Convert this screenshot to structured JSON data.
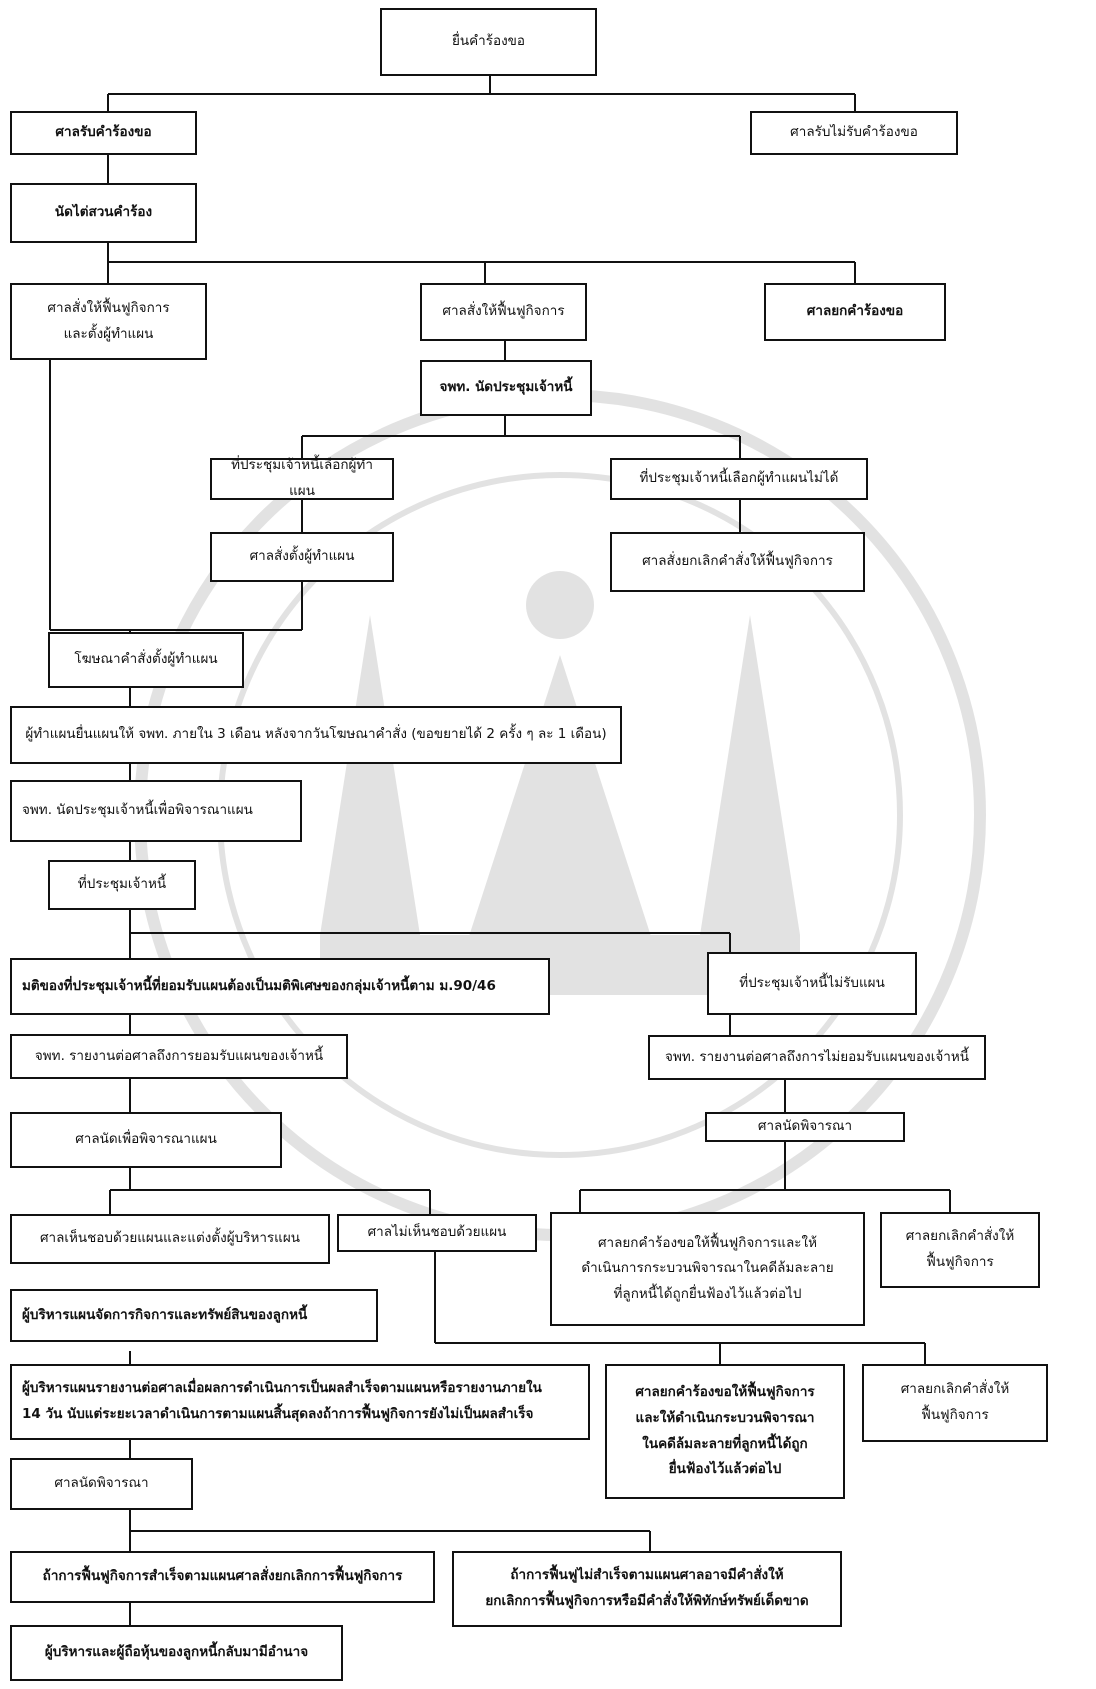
{
  "nodes": {
    "n01": "ยื่นคำร้องขอ",
    "n02": "ศาลรับคำร้องขอ",
    "n03": "ศาลรับไม่รับคำร้องขอ",
    "n04": "นัดไต่สวนคำร้อง",
    "n05": "ศาลสั่งให้ฟื้นฟูกิจการ\nและตั้งผู้ทำแผน",
    "n06": "ศาลสั่งให้ฟื้นฟูกิจการ",
    "n07": "ศาลยกคำร้องขอ",
    "n08": "จพท. นัดประชุมเจ้าหนี้",
    "n09": "ที่ประชุมเจ้าหนี้เลือกผู้ทำแผน",
    "n10": "ที่ประชุมเจ้าหนี้เลือกผู้ทำแผนไม่ได้",
    "n11": "ศาลสั่งตั้งผู้ทำแผน",
    "n12": "ศาลสั่งยกเลิกคำสั่งให้ฟื้นฟูกิจการ",
    "n13": "โฆษณาคำสั่งตั้งผู้ทำแผน",
    "n14": "ผู้ทำแผนยื่นแผนให้ จพท. ภายใน 3 เดือน หลังจากวันโฆษณาคำสั่ง (ขอขยายได้ 2 ครั้ง ๆ ละ 1 เดือน)",
    "n15": "จพท. นัดประชุมเจ้าหนี้เพื่อพิจารณาแผน",
    "n16": "ที่ประชุมเจ้าหนี้",
    "n17": "มติของที่ประชุมเจ้าหนี้ที่ยอมรับแผนต้องเป็นมติพิเศษของกลุ่มเจ้าหนี้ตาม ม.90/46",
    "n18": "ที่ประชุมเจ้าหนี้ไม่รับแผน",
    "n19": "จพท. รายงานต่อศาลถึงการยอมรับแผนของเจ้าหนี้",
    "n20": "จพท. รายงานต่อศาลถึงการไม่ยอมรับแผนของเจ้าหนี้",
    "n21": "ศาลนัดเพื่อพิจารณาแผน",
    "n22": "ศาลนัดพิจารณา",
    "n23": "ศาลเห็นชอบด้วยแผนและแต่งตั้งผู้บริหารแผน",
    "n24": "ศาลไม่เห็นชอบด้วยแผน",
    "n25": "ศาลยกคำร้องขอให้ฟื้นฟูกิจการและให้\nดำเนินการกระบวนพิจารณาในคดีล้มละลาย\nที่ลูกหนี้ได้ถูกยื่นฟ้องไว้แล้วต่อไป",
    "n26": "ศาลยกเลิกคำสั่งให้\nฟื้นฟูกิจการ",
    "n27": "ผู้บริหารแผนจัดการกิจการและทรัพย์สินของลูกหนี้",
    "n28": "ผู้บริหารแผนรายงานต่อศาลเมื่อผลการดำเนินการเป็นผลสำเร็จตามแผนหรือรายงานภายใน\n14 วัน นับแต่ระยะเวลาดำเนินการตามแผนสิ้นสุดลงถ้าการฟื้นฟูกิจการยังไม่เป็นผลสำเร็จ",
    "n29": "ศาลยกคำร้องขอให้ฟื้นฟูกิจการ\nและให้ดำเนินกระบวนพิจารณา\nในคดีล้มละลายที่ลูกหนี้ได้ถูก\nยื่นฟ้องไว้แล้วต่อไป",
    "n30": "ศาลยกเลิกคำสั่งให้\nฟื้นฟูกิจการ",
    "n31": "ศาลนัดพิจารณา",
    "n32": "ถ้าการฟื้นฟูกิจการสำเร็จตามแผนศาลสั่งยกเลิกการฟื้นฟูกิจการ",
    "n33": "ถ้าการฟื้นฟูไม่สำเร็จตามแผนศาลอาจมีคำสั่งให้\nยกเลิกการฟื้นฟูกิจการหรือมีคำสั่งให้พิทักษ์ทรัพย์เด็ดขาด",
    "n34": "ผู้บริหารและผู้ถือหุ้นของลูกหนี้กลับมามีอำนาจ"
  }
}
